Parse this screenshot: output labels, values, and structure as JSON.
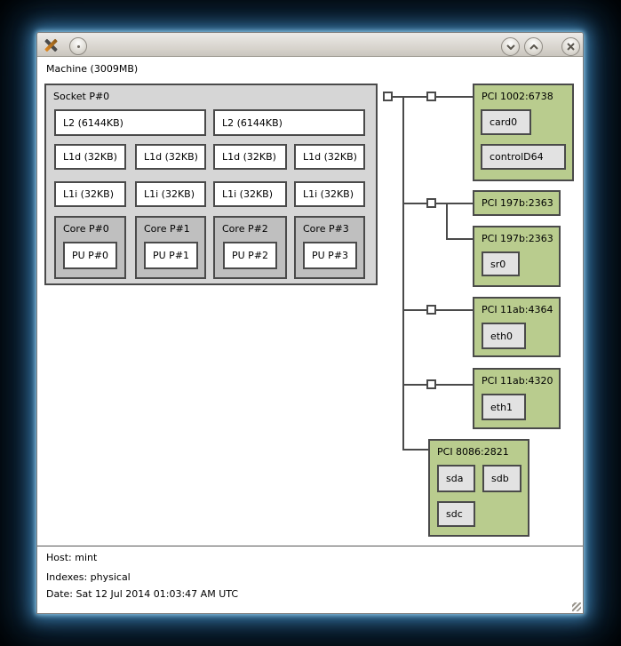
{
  "titlebar": {
    "icons": {
      "app": "xorg-x-icon",
      "menu": "window-menu-icon",
      "minimize": "chevron-down-icon",
      "maximize": "chevron-up-icon",
      "close": "close-icon"
    }
  },
  "machine": {
    "label": "Machine (3009MB)"
  },
  "socket": {
    "label": "Socket P#0",
    "l2": [
      "L2 (6144KB)",
      "L2 (6144KB)"
    ],
    "l1d": [
      "L1d (32KB)",
      "L1d (32KB)",
      "L1d (32KB)",
      "L1d (32KB)"
    ],
    "l1i": [
      "L1i (32KB)",
      "L1i (32KB)",
      "L1i (32KB)",
      "L1i (32KB)"
    ],
    "cores": [
      {
        "label": "Core P#0",
        "pu": "PU P#0"
      },
      {
        "label": "Core P#1",
        "pu": "PU P#1"
      },
      {
        "label": "Core P#2",
        "pu": "PU P#2"
      },
      {
        "label": "Core P#3",
        "pu": "PU P#3"
      }
    ]
  },
  "pci": [
    {
      "label": "PCI 1002:6738",
      "devices": [
        "card0",
        "controlD64"
      ]
    },
    {
      "label": "PCI 197b:2363",
      "devices": []
    },
    {
      "label": "PCI 197b:2363",
      "devices": [
        "sr0"
      ]
    },
    {
      "label": "PCI 11ab:4364",
      "devices": [
        "eth0"
      ]
    },
    {
      "label": "PCI 11ab:4320",
      "devices": [
        "eth1"
      ]
    },
    {
      "label": "PCI 8086:2821",
      "devices": [
        "sda",
        "sdb",
        "sdc"
      ]
    }
  ],
  "legend": {
    "host": "Host: mint",
    "indexes": "Indexes: physical",
    "date": "Date: Sat 12 Jul 2014 01:03:47 AM UTC"
  },
  "colors": {
    "pci_green": "#b9cc8e",
    "socket_gray": "#d6d6d6",
    "core_gray": "#bfbfbf",
    "osdev_gray": "#e2e2e2",
    "border": "#4a4a4a",
    "glow": "#4e93c0"
  }
}
